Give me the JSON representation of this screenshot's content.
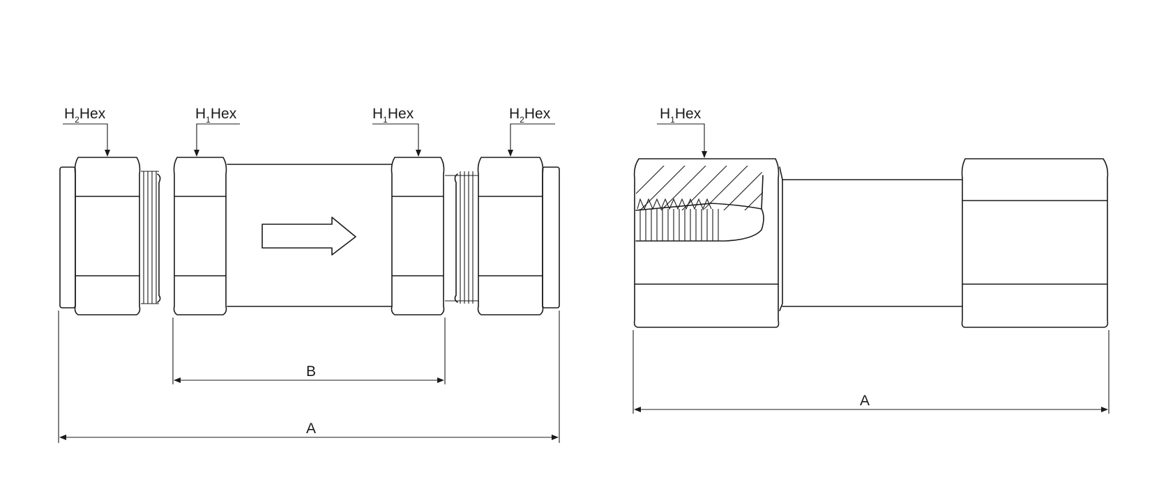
{
  "callouts": {
    "left_h2_a": {
      "main": "H",
      "sub": "2",
      "tail": "Hex"
    },
    "left_h1_a": {
      "main": "H",
      "sub": "1",
      "tail": "Hex"
    },
    "left_h1_b": {
      "main": "H",
      "sub": "1",
      "tail": "Hex"
    },
    "left_h2_b": {
      "main": "H",
      "sub": "2",
      "tail": "Hex"
    },
    "right_h1": {
      "main": "H",
      "sub": "1",
      "tail": "Hex"
    }
  },
  "dimensions": {
    "left_b": "B",
    "left_a": "A",
    "right_a": "A"
  },
  "icons": {
    "flow_arrow": "flow-direction-arrow"
  }
}
